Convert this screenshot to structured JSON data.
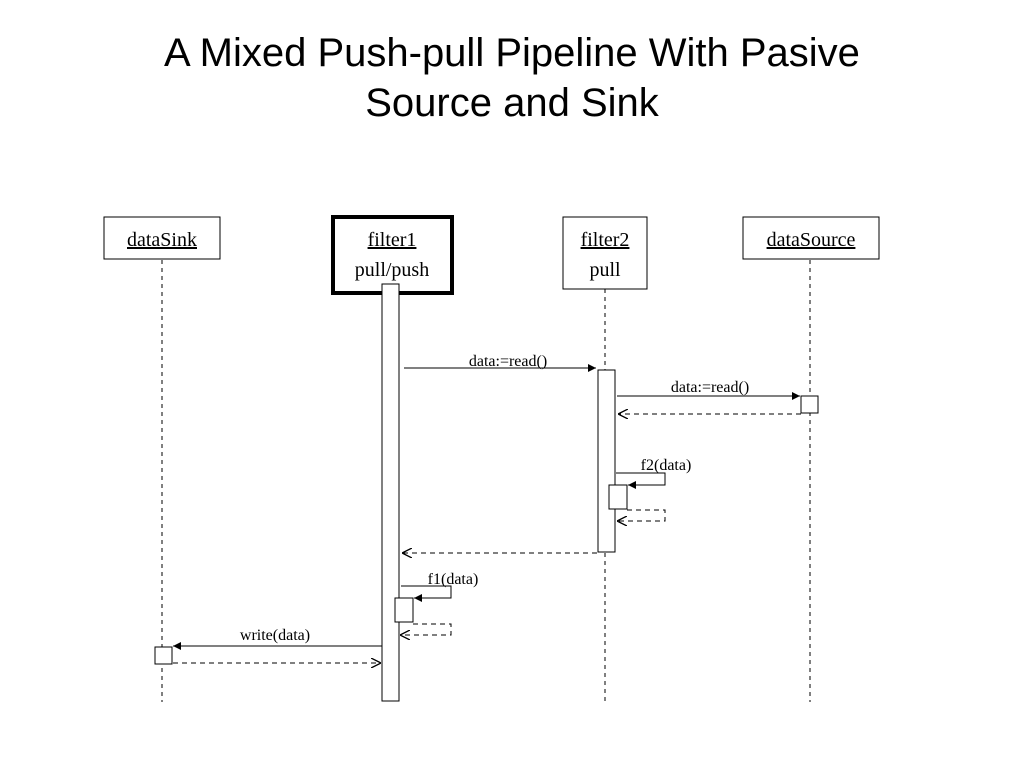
{
  "title": {
    "line1": "A Mixed Push-pull Pipeline With Pasive",
    "line2": "Source and Sink"
  },
  "objects": {
    "data_sink": {
      "name": "dataSink"
    },
    "filter1": {
      "name": "filter1",
      "role": "pull/push"
    },
    "filter2": {
      "name": "filter2",
      "role": "pull"
    },
    "data_source": {
      "name": "dataSource"
    }
  },
  "messages": {
    "filter1_read": "data:=read()",
    "filter2_read": "data:=read()",
    "f2_call": "f2(data)",
    "f1_call": "f1(data)",
    "write_call": "write(data)"
  }
}
